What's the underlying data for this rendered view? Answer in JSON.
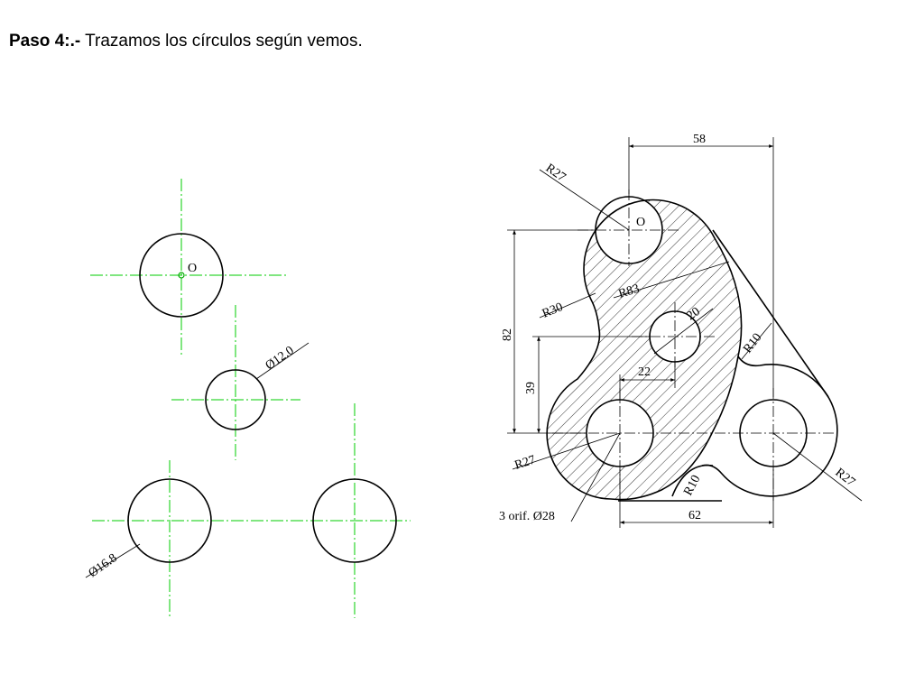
{
  "heading": {
    "step": "Paso 4:.-",
    "text": "Trazamos los círculos según vemos."
  },
  "left_figure": {
    "origin_label": "O",
    "dim_small_circle": "Ø12.0",
    "dim_large_circle": "Ø16.8"
  },
  "right_figure": {
    "origin_label": "O",
    "dims": {
      "top_width": "58",
      "r27_top": "R27",
      "r83": "R83",
      "r30": "R30",
      "d20": "20",
      "r10_right": "R10",
      "h82": "82",
      "h39": "39",
      "w22": "22",
      "r27_left": "R27",
      "r10_bottom": "R10",
      "r27_right": "R27",
      "holes": "3 orif. Ø28",
      "bottom_width": "62"
    }
  },
  "colors": {
    "centerline": "#00cc00",
    "line": "#000000"
  }
}
